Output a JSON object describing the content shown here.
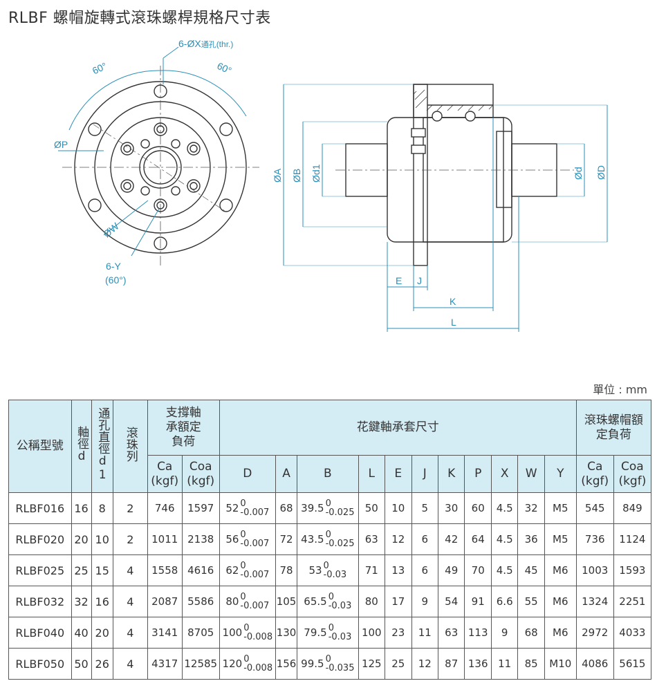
{
  "title": "RLBF 螺帽旋轉式滾珠螺桿規格尺寸表",
  "drawing": {
    "front": {
      "hole_label": "6-ØX",
      "hole_label_suffix": "通孔",
      "hole_label_thr": "(thr.)",
      "angle_left": "60°",
      "angle_right": "60°",
      "pcd_label": "ØP",
      "w_label": "ØW",
      "y_label": "6-Y",
      "y_angle": "(60°)"
    },
    "side": {
      "a": "ØA",
      "b": "ØB",
      "d1": "Ød1",
      "d": "Ød",
      "D": "ØD",
      "e": "E",
      "j": "J",
      "k": "K",
      "l": "L"
    },
    "colors": {
      "dim": "#2a8fb8",
      "body": "#333333"
    }
  },
  "unit": "單位 : mm",
  "table": {
    "headers": {
      "model": "公稱型號",
      "shaft": "軸徑d",
      "hole": "通孔直徑d1",
      "rows": "滾珠列",
      "support": "支撐軸承額定負荷",
      "spline": "花鍵軸承套尺寸",
      "nut": "滾珠螺帽額定負荷",
      "ca": "Ca",
      "coa": "Coa",
      "kgf": "(kgf)",
      "cols": [
        "D",
        "A",
        "B",
        "L",
        "E",
        "J",
        "K",
        "P",
        "X",
        "W",
        "Y"
      ]
    },
    "rows": [
      {
        "model": "RLBF016",
        "d": "16",
        "d1": "8",
        "n": "2",
        "ca": "746",
        "coa": "1597",
        "D": "52",
        "D_up": "0",
        "D_lo": "-0.007",
        "A": "68",
        "B": "39.5",
        "B_up": "0",
        "B_lo": "-0.025",
        "L": "50",
        "E": "10",
        "J": "5",
        "K": "30",
        "P": "60",
        "X": "4.5",
        "W": "32",
        "Y": "M5",
        "nca": "545",
        "ncoa": "849"
      },
      {
        "model": "RLBF020",
        "d": "20",
        "d1": "10",
        "n": "2",
        "ca": "1011",
        "coa": "2138",
        "D": "56",
        "D_up": "0",
        "D_lo": "-0.007",
        "A": "72",
        "B": "43.5",
        "B_up": "0",
        "B_lo": "-0.025",
        "L": "63",
        "E": "12",
        "J": "6",
        "K": "42",
        "P": "64",
        "X": "4.5",
        "W": "36",
        "Y": "M5",
        "nca": "736",
        "ncoa": "1124"
      },
      {
        "model": "RLBF025",
        "d": "25",
        "d1": "15",
        "n": "4",
        "ca": "1558",
        "coa": "4616",
        "D": "62",
        "D_up": "0",
        "D_lo": "-0.007",
        "A": "78",
        "B": "53",
        "B_up": "0",
        "B_lo": "-0.03",
        "L": "71",
        "E": "13",
        "J": "6",
        "K": "49",
        "P": "70",
        "X": "4.5",
        "W": "45",
        "Y": "M6",
        "nca": "1003",
        "ncoa": "1593"
      },
      {
        "model": "RLBF032",
        "d": "32",
        "d1": "16",
        "n": "4",
        "ca": "2087",
        "coa": "5586",
        "D": "80",
        "D_up": "0",
        "D_lo": "-0.007",
        "A": "105",
        "B": "65.5",
        "B_up": "0",
        "B_lo": "-0.03",
        "L": "80",
        "E": "17",
        "J": "9",
        "K": "54",
        "P": "91",
        "X": "6.6",
        "W": "55",
        "Y": "M6",
        "nca": "1324",
        "ncoa": "2251"
      },
      {
        "model": "RLBF040",
        "d": "40",
        "d1": "20",
        "n": "4",
        "ca": "3141",
        "coa": "8705",
        "D": "100",
        "D_up": "0",
        "D_lo": "-0.008",
        "A": "130",
        "B": "79.5",
        "B_up": "0",
        "B_lo": "-0.03",
        "L": "100",
        "E": "23",
        "J": "11",
        "K": "63",
        "P": "113",
        "X": "9",
        "W": "68",
        "Y": "M6",
        "nca": "2972",
        "ncoa": "4033"
      },
      {
        "model": "RLBF050",
        "d": "50",
        "d1": "26",
        "n": "4",
        "ca": "4317",
        "coa": "12585",
        "D": "120",
        "D_up": "0",
        "D_lo": "-0.008",
        "A": "156",
        "B": "99.5",
        "B_up": "0",
        "B_lo": "-0.035",
        "L": "125",
        "E": "25",
        "J": "12",
        "K": "87",
        "P": "136",
        "X": "11",
        "W": "85",
        "Y": "M10",
        "nca": "4086",
        "ncoa": "5615"
      }
    ]
  }
}
